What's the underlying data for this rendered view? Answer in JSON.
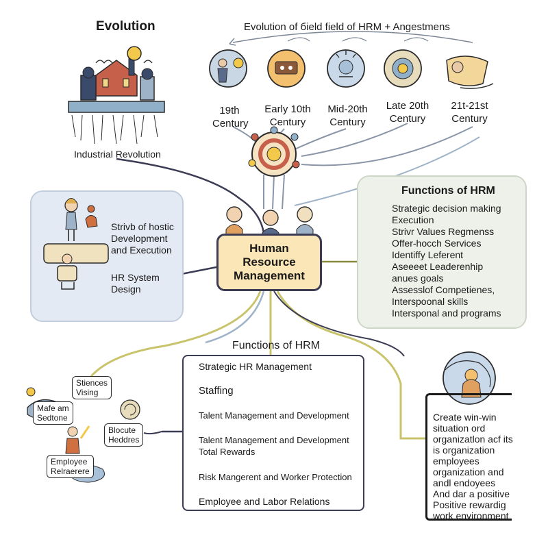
{
  "header": {
    "evolution_title": "Evolution",
    "timeline_title": "Evolution of бield field of HRM + Angestmens",
    "industrial_label": "Industrial Revolution"
  },
  "eras": [
    {
      "label": "19th\nCentury"
    },
    {
      "label": "Early 10th\nCentury"
    },
    {
      "label": "Mid-20th\nCentury"
    },
    {
      "label": "Late 20th\nCentury"
    },
    {
      "label": "21t-21st\nCentury"
    }
  ],
  "center": {
    "line1": "Human",
    "line2": "Resource",
    "line3": "Management"
  },
  "left_panel": {
    "text1": "Strivb of hostic\nDevelopment\nand Execution",
    "text2": "HR System\nDesign"
  },
  "right_panel": {
    "title": "Functions of HRM",
    "items": [
      "Strategic decision making",
      "Execution",
      "Strivr Values Regmenss",
      "Offer-hocch Services",
      "Identiffy Leferent",
      "Aseeeet Leaderenhip",
      "anues goals",
      "Assesslof Competienes,",
      "Interspoonal skills",
      "Intersponal and programs"
    ]
  },
  "bottom_center": {
    "title": "Functions of HRM",
    "items": [
      "Strategic HR Management",
      "Staffing",
      "Talent Management and Development",
      "Talent Management and Development\nTotal Rewards",
      "Risk Mangerent and Worker Protection",
      "Employee and Labor Relations"
    ]
  },
  "bottom_left": {
    "label1": "Stiences\nVising",
    "label2": "Mafe am\nSedtone",
    "label3": "Blocute\nHeddres",
    "label4": "Employee\nRelraerere"
  },
  "bottom_right": {
    "text": "Create win-win\nsituation ord\norganizatlon acf its\nis organization\nemployees\norganization and\nandl endoyees\nAnd dar a positive\nPositive rewardig\nwork environment"
  },
  "colors": {
    "center_fill": "#fbe6b8",
    "left_panel_fill": "#e4eaf3",
    "right_panel_fill": "#edf1ea",
    "line_navy": "#3b3b54",
    "line_olive": "#b7b24a",
    "line_blue": "#9fb3c8"
  }
}
